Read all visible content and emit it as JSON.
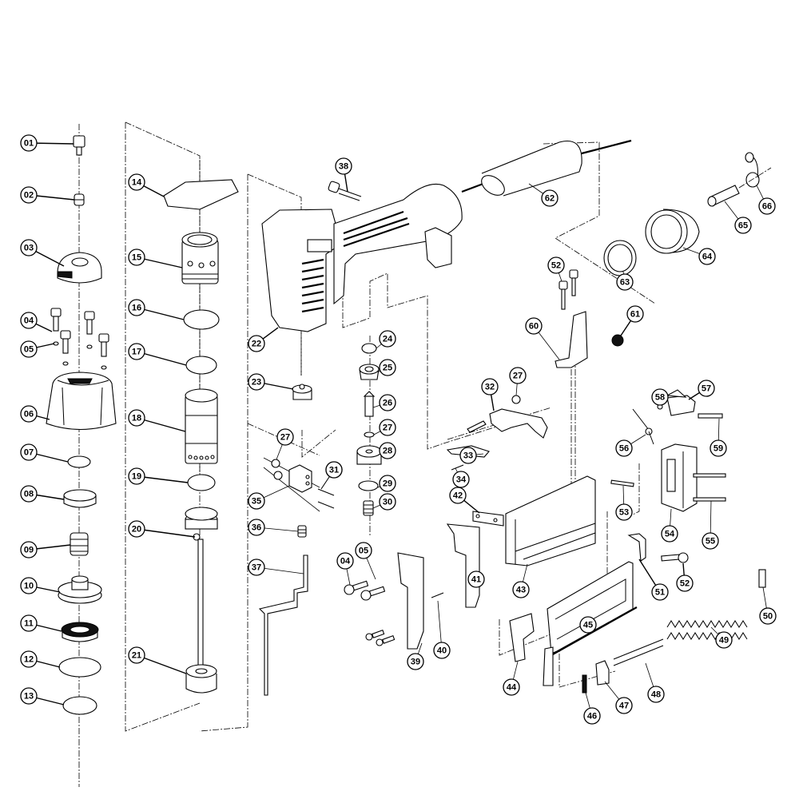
{
  "diagram": {
    "title": "Pneumatic stapler / brad nailer exploded parts diagram",
    "callouts": [
      {
        "id": "01",
        "part": "cap-screw"
      },
      {
        "id": "02",
        "part": "bushing"
      },
      {
        "id": "03",
        "part": "top-cap"
      },
      {
        "id": "04",
        "part": "hex-socket-bolt"
      },
      {
        "id": "05",
        "part": "washer"
      },
      {
        "id": "06",
        "part": "cylinder-cap"
      },
      {
        "id": "07",
        "part": "o-ring"
      },
      {
        "id": "08",
        "part": "ring"
      },
      {
        "id": "09",
        "part": "buffer"
      },
      {
        "id": "10",
        "part": "valve-seat"
      },
      {
        "id": "11",
        "part": "gasket-ring"
      },
      {
        "id": "12",
        "part": "o-ring"
      },
      {
        "id": "13",
        "part": "o-ring"
      },
      {
        "id": "14",
        "part": "gasket"
      },
      {
        "id": "15",
        "part": "head-valve"
      },
      {
        "id": "16",
        "part": "o-ring"
      },
      {
        "id": "17",
        "part": "o-ring"
      },
      {
        "id": "18",
        "part": "cylinder"
      },
      {
        "id": "19",
        "part": "o-ring"
      },
      {
        "id": "20",
        "part": "piston-driver"
      },
      {
        "id": "21",
        "part": "bumper"
      },
      {
        "id": "22",
        "part": "body-housing"
      },
      {
        "id": "23",
        "part": "valve-plug"
      },
      {
        "id": "24",
        "part": "washer"
      },
      {
        "id": "25",
        "part": "trigger-valve-bushing"
      },
      {
        "id": "26",
        "part": "valve-stem"
      },
      {
        "id": "27",
        "part": "o-ring"
      },
      {
        "id": "28",
        "part": "trigger-valve"
      },
      {
        "id": "29",
        "part": "o-ring"
      },
      {
        "id": "30",
        "part": "spring"
      },
      {
        "id": "31",
        "part": "pin"
      },
      {
        "id": "32",
        "part": "trigger"
      },
      {
        "id": "33",
        "part": "trigger-lever"
      },
      {
        "id": "34",
        "part": "pin"
      },
      {
        "id": "35",
        "part": "safety-bracket"
      },
      {
        "id": "36",
        "part": "spring"
      },
      {
        "id": "37",
        "part": "safety-arm"
      },
      {
        "id": "38",
        "part": "screw"
      },
      {
        "id": "39",
        "part": "nose-plate"
      },
      {
        "id": "40",
        "part": "pin"
      },
      {
        "id": "41",
        "part": "guide-plate"
      },
      {
        "id": "42",
        "part": "plate"
      },
      {
        "id": "43",
        "part": "magazine"
      },
      {
        "id": "44",
        "part": "pusher"
      },
      {
        "id": "45",
        "part": "magazine-rail"
      },
      {
        "id": "46",
        "part": "end-cap"
      },
      {
        "id": "47",
        "part": "spring-holder"
      },
      {
        "id": "48",
        "part": "rod"
      },
      {
        "id": "49",
        "part": "spring"
      },
      {
        "id": "50",
        "part": "spring-anchor"
      },
      {
        "id": "51",
        "part": "bracket"
      },
      {
        "id": "52",
        "part": "bolt"
      },
      {
        "id": "53",
        "part": "pin"
      },
      {
        "id": "54",
        "part": "latch-housing"
      },
      {
        "id": "55",
        "part": "pin"
      },
      {
        "id": "56",
        "part": "torsion-spring"
      },
      {
        "id": "57",
        "part": "latch"
      },
      {
        "id": "58",
        "part": "e-clip"
      },
      {
        "id": "59",
        "part": "pin"
      },
      {
        "id": "60",
        "part": "belt-hook-bracket"
      },
      {
        "id": "61",
        "part": "lock-nut"
      },
      {
        "id": "62",
        "part": "grip"
      },
      {
        "id": "63",
        "part": "o-ring"
      },
      {
        "id": "64",
        "part": "end-cap"
      },
      {
        "id": "65",
        "part": "air-fitting"
      },
      {
        "id": "66",
        "part": "dust-cap"
      }
    ]
  }
}
